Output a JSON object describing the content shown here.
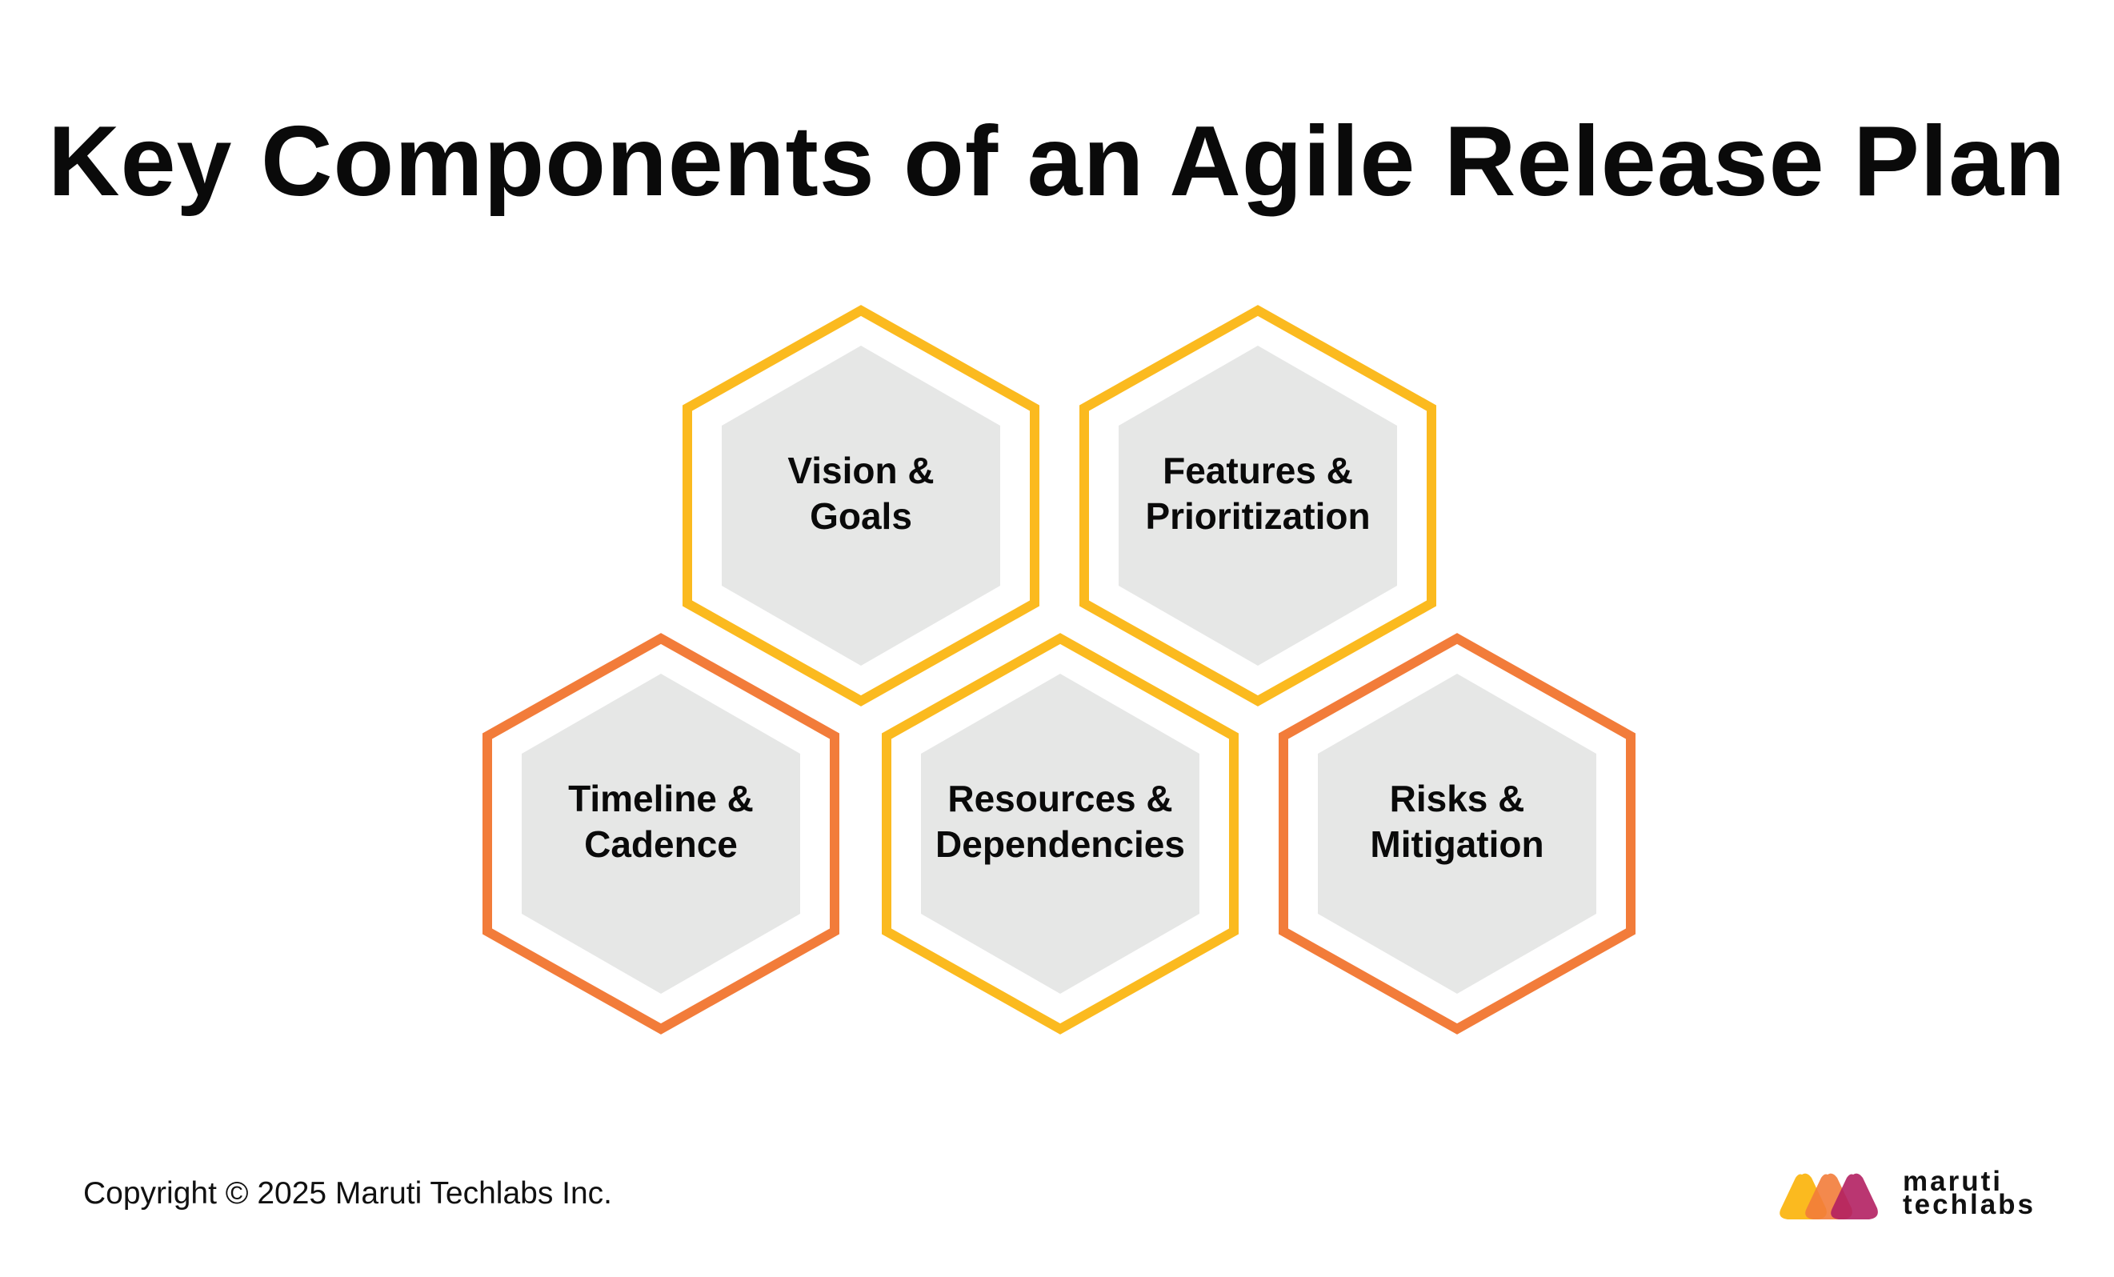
{
  "title": "Key Components of an Agile Release Plan",
  "colors": {
    "yellow": "#FBBA1F",
    "orange": "#F27C3A",
    "inner_fill": "#E6E7E6",
    "text": "#0a0a0a"
  },
  "components": [
    {
      "lines": [
        "Vision &",
        "Goals"
      ],
      "border": "yellow"
    },
    {
      "lines": [
        "Features &",
        "Prioritization"
      ],
      "border": "yellow"
    },
    {
      "lines": [
        "Timeline &",
        "Cadence"
      ],
      "border": "orange"
    },
    {
      "lines": [
        "Resources &",
        "Dependencies"
      ],
      "border": "yellow"
    },
    {
      "lines": [
        "Risks &",
        "Mitigation"
      ],
      "border": "orange"
    }
  ],
  "footer": {
    "copyright": "Copyright © 2025 Maruti Techlabs Inc."
  },
  "logo": {
    "line1": "maruti",
    "line2": "techlabs",
    "colors": [
      "#FBBA1F",
      "#F27C3A",
      "#D9246A",
      "#B32062"
    ]
  }
}
